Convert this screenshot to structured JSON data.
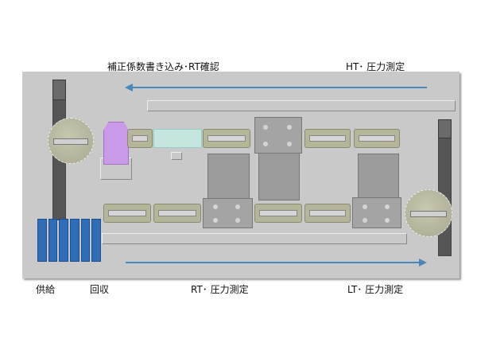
{
  "labels": {
    "top_left": "補正係数書き込み･RT確認",
    "top_right": "HT･ 圧力測定",
    "supply": "供給",
    "recovery": "回収",
    "bottom_mid": "RT･ 圧力測定",
    "bottom_right": "LT･ 圧力測定"
  },
  "colors": {
    "panel": "#c9c9c9",
    "arrow": "#4a86b8",
    "tray": "#2f6db8",
    "purple_unit": "#c99ae8",
    "roller": "#b5b59a"
  }
}
